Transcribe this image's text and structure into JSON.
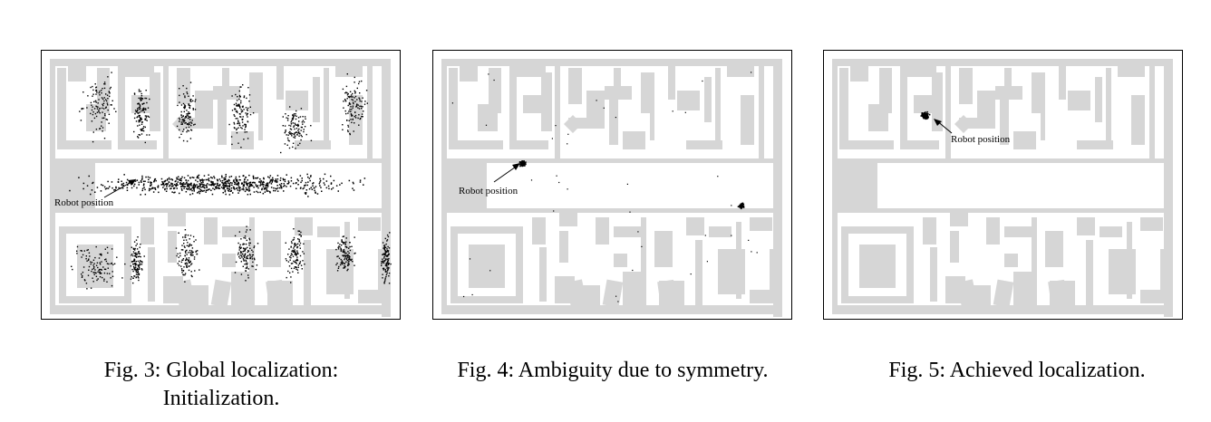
{
  "figures": [
    {
      "id": "fig3",
      "caption_line1": "Fig. 3: Global localization:",
      "caption_line2": "Initialization.",
      "annotation": "Robot position",
      "state": "initialization"
    },
    {
      "id": "fig4",
      "caption_line1": "Fig. 4: Ambiguity due to symmetry.",
      "caption_line2": "",
      "annotation": "Robot position",
      "state": "ambiguity"
    },
    {
      "id": "fig5",
      "caption_line1": "Fig. 5: Achieved localization.",
      "caption_line2": "",
      "annotation": "Robot position",
      "state": "localized"
    }
  ],
  "colors": {
    "map_obstacle": "#d6d6d6",
    "particles": "#000000",
    "frame": "#000000"
  }
}
